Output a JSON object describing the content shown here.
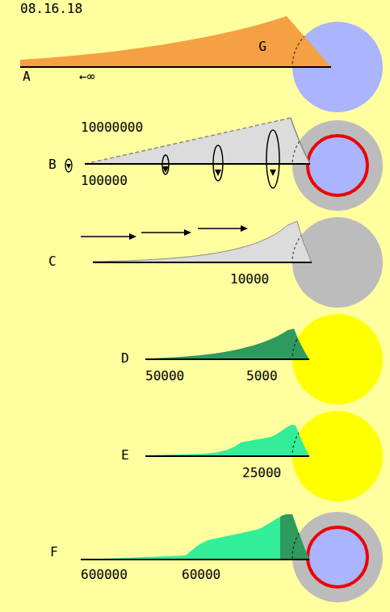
{
  "diagram": {
    "nodes": [
      {
        "text": [
          "G"
        ]
      }
    ],
    "labels": [
      "08.16.18",
      "A",
      "←∞",
      "B",
      "10000000",
      "100000",
      "C",
      "10000",
      "D",
      "50000",
      "5000",
      "E",
      "25000",
      "F",
      "600000",
      "60000"
    ]
  }
}
